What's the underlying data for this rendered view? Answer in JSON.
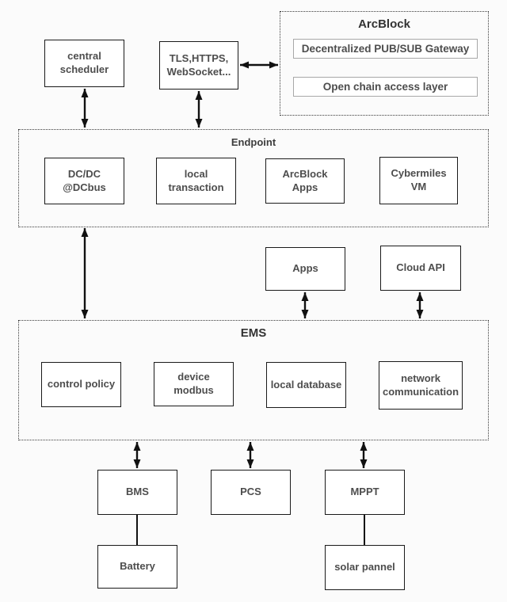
{
  "diagram": {
    "containers": {
      "arcblock": {
        "title": "ArcBlock"
      },
      "endpoint": {
        "title": "Endpoint"
      },
      "ems": {
        "title": "EMS"
      }
    },
    "nodes": {
      "central_scheduler": "central scheduler",
      "tls": "TLS,HTTPS,WebSocket...",
      "pubsub_gateway": "Decentralized PUB/SUB Gateway",
      "open_chain": "Open chain access layer",
      "dcdc": "DC/DC @DCbus",
      "local_transaction": "local transaction",
      "arcblock_apps": "ArcBlock Apps",
      "cybermiles_vm": "Cybermiles VM",
      "apps": "Apps",
      "cloud_api": "Cloud API",
      "control_policy": "control policy",
      "device_modbus": "device modbus",
      "local_database": "local database",
      "network_communication": "network communication",
      "bms": "BMS",
      "pcs": "PCS",
      "mppt": "MPPT",
      "battery": "Battery",
      "solar_pannel": "solar pannel"
    },
    "connections": [
      {
        "from": "central scheduler",
        "to": "Endpoint",
        "type": "bidirectional-arrow"
      },
      {
        "from": "TLS,HTTPS,WebSocket...",
        "to": "Endpoint",
        "type": "bidirectional-arrow"
      },
      {
        "from": "TLS,HTTPS,WebSocket...",
        "to": "ArcBlock",
        "type": "bidirectional-arrow"
      },
      {
        "from": "Endpoint",
        "to": "EMS",
        "type": "bidirectional-arrow"
      },
      {
        "from": "Apps",
        "to": "EMS",
        "type": "bidirectional-arrow"
      },
      {
        "from": "Cloud API",
        "to": "EMS",
        "type": "bidirectional-arrow"
      },
      {
        "from": "EMS",
        "to": "BMS",
        "type": "bidirectional-arrow"
      },
      {
        "from": "EMS",
        "to": "PCS",
        "type": "bidirectional-arrow"
      },
      {
        "from": "EMS",
        "to": "MPPT",
        "type": "bidirectional-arrow"
      },
      {
        "from": "BMS",
        "to": "Battery",
        "type": "plain-line"
      },
      {
        "from": "MPPT",
        "to": "solar pannel",
        "type": "plain-line"
      }
    ],
    "colors": {
      "background": "#fbfbfb",
      "node_border": "#1a1a1a",
      "group_border": "#3a3a3a",
      "subnode_border": "#a8a8a8",
      "text": "#4d4d4d",
      "title_text": "#333333",
      "arrow": "#111111"
    }
  }
}
